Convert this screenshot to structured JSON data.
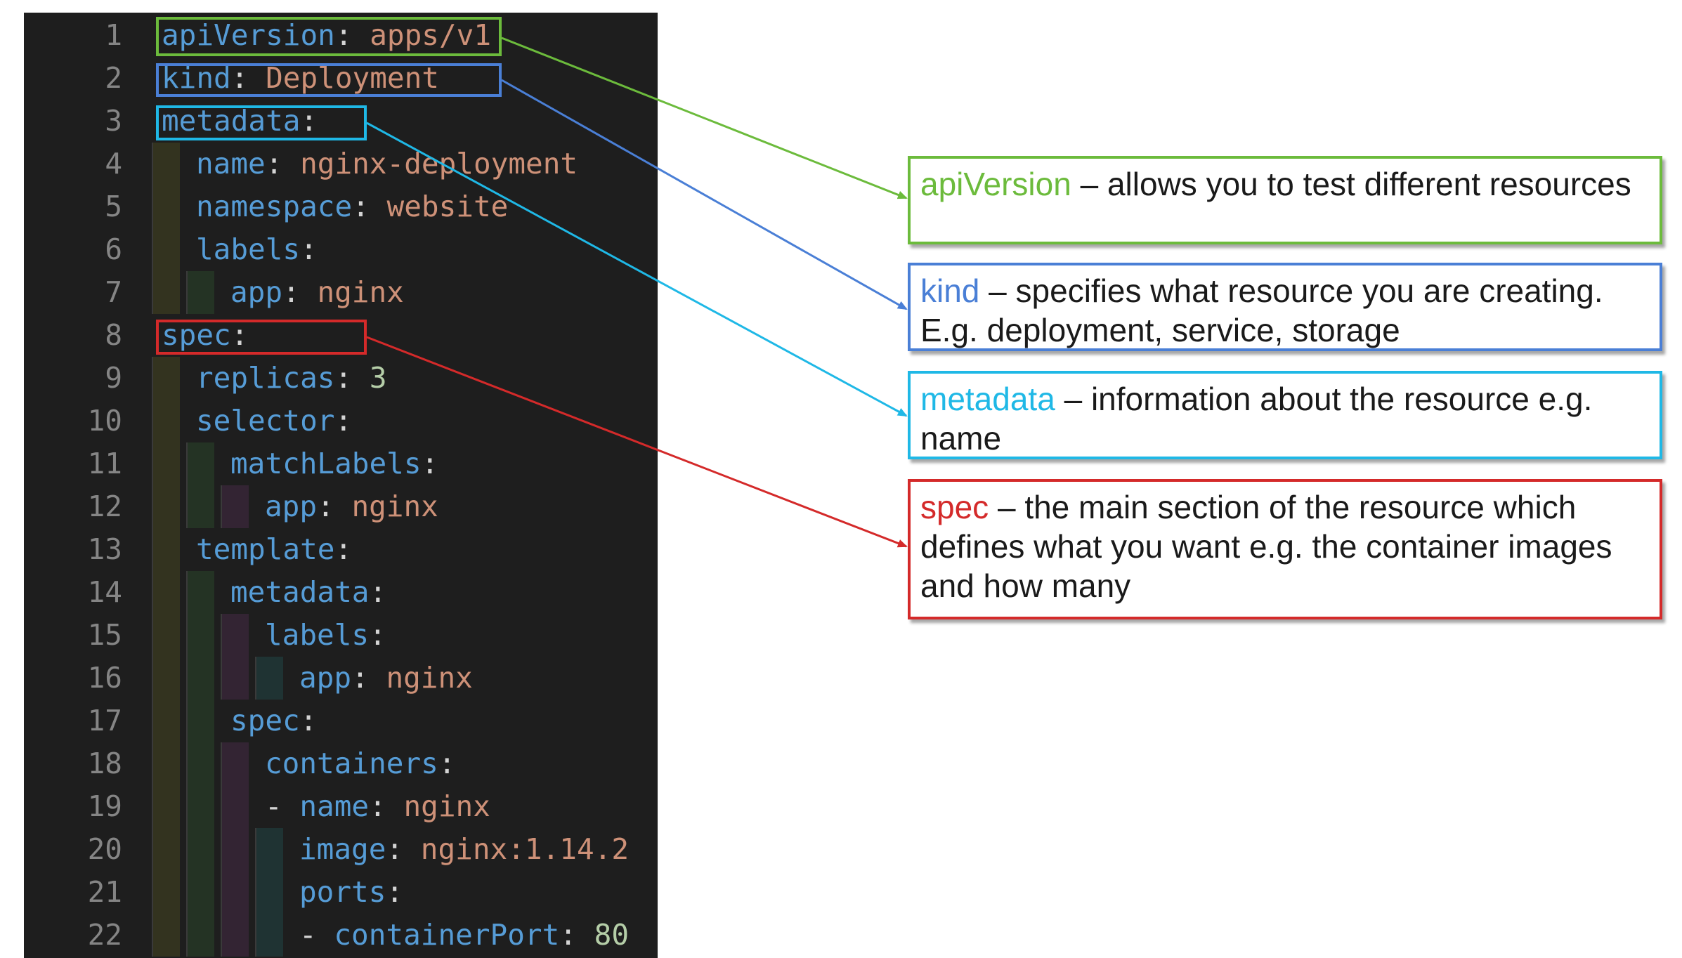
{
  "colors": {
    "green": "#6cbb3c",
    "blue": "#4a7fd6",
    "cyan": "#1fb8e6",
    "red": "#d42a2a",
    "key": "#569cd6",
    "value": "#ce9178",
    "number": "#b5cea8",
    "background": "#1e1e1e"
  },
  "code_lines": [
    {
      "num": "1",
      "indent": 0,
      "key": "apiVersion",
      "sep": ": ",
      "value": "apps/v1",
      "vtype": "s"
    },
    {
      "num": "2",
      "indent": 0,
      "key": "kind",
      "sep": ": ",
      "value": "Deployment",
      "vtype": "s"
    },
    {
      "num": "3",
      "indent": 0,
      "key": "metadata",
      "sep": ":",
      "value": "",
      "vtype": "s"
    },
    {
      "num": "4",
      "indent": 1,
      "key": "name",
      "sep": ": ",
      "value": "nginx-deployment",
      "vtype": "s"
    },
    {
      "num": "5",
      "indent": 1,
      "key": "namespace",
      "sep": ": ",
      "value": "website",
      "vtype": "s"
    },
    {
      "num": "6",
      "indent": 1,
      "key": "labels",
      "sep": ":",
      "value": "",
      "vtype": "s"
    },
    {
      "num": "7",
      "indent": 2,
      "key": "app",
      "sep": ": ",
      "value": "nginx",
      "vtype": "s"
    },
    {
      "num": "8",
      "indent": 0,
      "key": "spec",
      "sep": ":",
      "value": "",
      "vtype": "s"
    },
    {
      "num": "9",
      "indent": 1,
      "key": "replicas",
      "sep": ": ",
      "value": "3",
      "vtype": "n"
    },
    {
      "num": "10",
      "indent": 1,
      "key": "selector",
      "sep": ":",
      "value": "",
      "vtype": "s"
    },
    {
      "num": "11",
      "indent": 2,
      "key": "matchLabels",
      "sep": ":",
      "value": "",
      "vtype": "s"
    },
    {
      "num": "12",
      "indent": 3,
      "key": "app",
      "sep": ": ",
      "value": "nginx",
      "vtype": "s"
    },
    {
      "num": "13",
      "indent": 1,
      "key": "template",
      "sep": ":",
      "value": "",
      "vtype": "s"
    },
    {
      "num": "14",
      "indent": 2,
      "key": "metadata",
      "sep": ":",
      "value": "",
      "vtype": "s"
    },
    {
      "num": "15",
      "indent": 3,
      "key": "labels",
      "sep": ":",
      "value": "",
      "vtype": "s"
    },
    {
      "num": "16",
      "indent": 4,
      "key": "app",
      "sep": ": ",
      "value": "nginx",
      "vtype": "s"
    },
    {
      "num": "17",
      "indent": 2,
      "key": "spec",
      "sep": ":",
      "value": "",
      "vtype": "s"
    },
    {
      "num": "18",
      "indent": 3,
      "key": "containers",
      "sep": ":",
      "value": "",
      "vtype": "s"
    },
    {
      "num": "19",
      "indent": 3,
      "dash": "- ",
      "key": "name",
      "sep": ": ",
      "value": "nginx",
      "vtype": "s"
    },
    {
      "num": "20",
      "indent": 4,
      "key": "image",
      "sep": ": ",
      "value": "nginx:1.14.2",
      "vtype": "s"
    },
    {
      "num": "21",
      "indent": 4,
      "key": "ports",
      "sep": ":",
      "value": "",
      "vtype": "s"
    },
    {
      "num": "22",
      "indent": 4,
      "dash": "- ",
      "key": "containerPort",
      "sep": ": ",
      "value": "80",
      "vtype": "n"
    }
  ],
  "callouts": {
    "apiversion": {
      "term": "apiVersion",
      "text": " – allows you to test different resources"
    },
    "kind": {
      "term": "kind",
      "text": " – specifies what resource you are creating. E.g. deployment, service, storage"
    },
    "metadata": {
      "term": "metadata",
      "text": " – information about the resource e.g. name"
    },
    "spec": {
      "term": "spec",
      "text": " – the main section of the resource which defines what you want e.g. the container images and how many"
    }
  }
}
